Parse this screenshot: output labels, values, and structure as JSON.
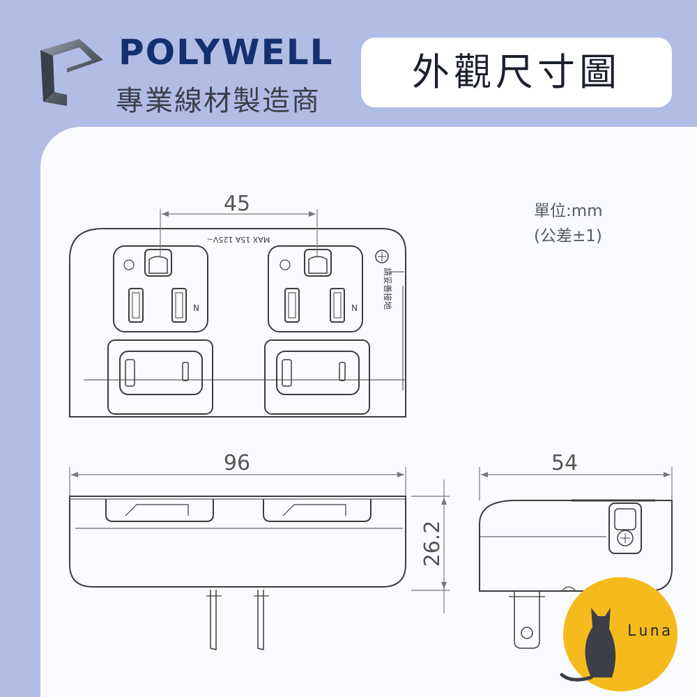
{
  "brand": {
    "name": "POLYWELL",
    "subtitle": "專業線材製造商"
  },
  "title": "外觀尺寸圖",
  "unit": {
    "line1": "單位:mm",
    "line2": "(公差±1)"
  },
  "dimensions": {
    "socket_spacing": "45",
    "width": "96",
    "height": "26.2",
    "depth": "54"
  },
  "labels": {
    "rating": "MAX 15A 125V~",
    "neutral_left": "N",
    "neutral_right": "N",
    "ground_note": "請妥善接地"
  },
  "watermark": {
    "text": "Luna"
  },
  "colors": {
    "background": "#b2bde6",
    "panel": "#fafbfe",
    "brand": "#14306f",
    "line": "#3c3c3c",
    "dimension": "#666666",
    "watermark_circle": "#f5bb1d"
  }
}
